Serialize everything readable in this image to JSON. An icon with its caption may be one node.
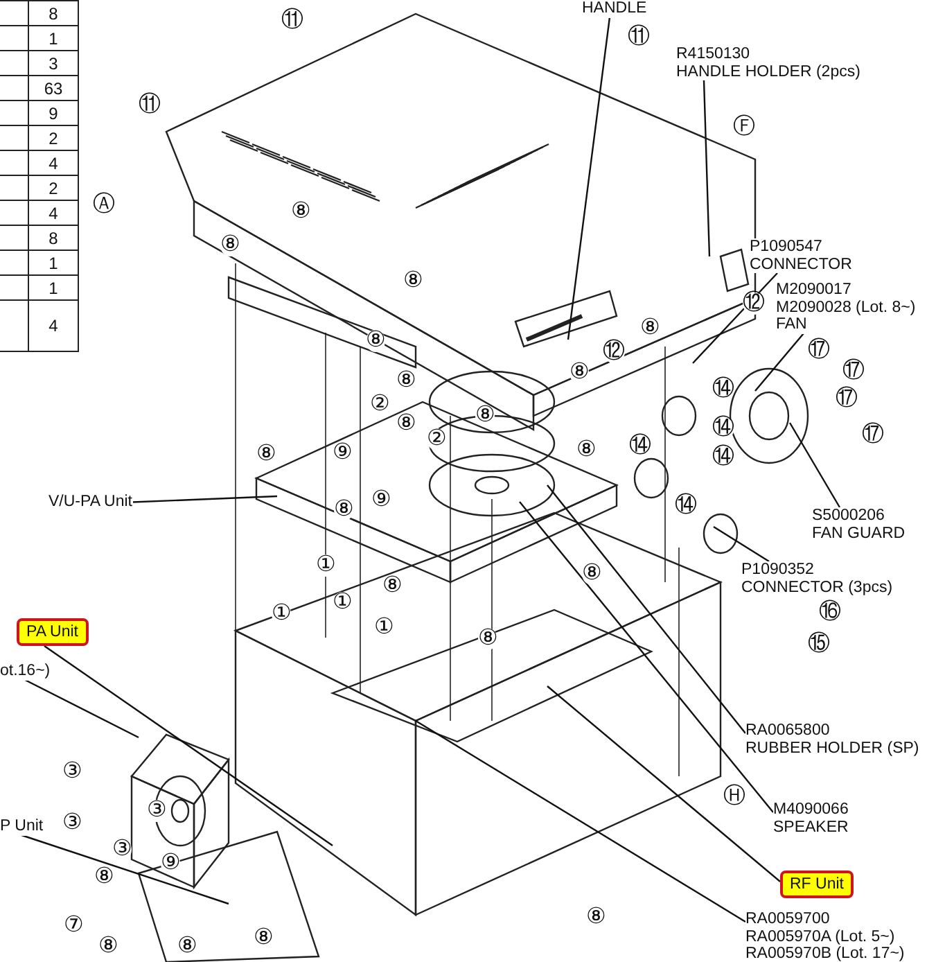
{
  "diagram": {
    "nodes": [
      {
        "text": [
          "HANDLE"
        ]
      },
      {
        "text": [
          "R4150130",
          "HANDLE HOLDER (2pcs)"
        ]
      },
      {
        "text": [
          "P1090547",
          "CONNECTOR"
        ]
      },
      {
        "text": [
          "M2090017",
          "M2090028 (Lot. 8~)",
          "FAN"
        ]
      },
      {
        "text": [
          "S5000206",
          "FAN GUARD"
        ]
      },
      {
        "text": [
          "P1090352",
          "CONNECTOR (3pcs)"
        ]
      },
      {
        "text": [
          "V/U-PA Unit"
        ]
      },
      {
        "text": [
          "PA Unit"
        ]
      },
      {
        "text": [
          "ot.16~)"
        ]
      },
      {
        "text": [
          "RA0065800",
          "RUBBER HOLDER (SP)"
        ]
      },
      {
        "text": [
          "M4090066",
          "SPEAKER"
        ]
      },
      {
        "text": [
          "P Unit"
        ]
      },
      {
        "text": [
          "RF Unit"
        ]
      },
      {
        "text": [
          "RA0059700",
          "RA005970A (Lot. 5~)",
          "RA005970B (Lot. 17~)"
        ]
      }
    ],
    "edges": [
      {
        "from": 0,
        "to": null,
        "arrow": "none"
      },
      {
        "from": 1,
        "to": null,
        "arrow": "none"
      },
      {
        "from": 2,
        "to": null,
        "arrow": "none"
      },
      {
        "from": 3,
        "to": null,
        "arrow": "none"
      },
      {
        "from": 4,
        "to": null,
        "arrow": "none"
      },
      {
        "from": 5,
        "to": null,
        "arrow": "none"
      },
      {
        "from": 6,
        "to": null,
        "arrow": "none"
      },
      {
        "from": 7,
        "to": null,
        "arrow": "none"
      },
      {
        "from": 8,
        "to": null,
        "arrow": "none"
      },
      {
        "from": 9,
        "to": null,
        "arrow": "none"
      },
      {
        "from": 10,
        "to": null,
        "arrow": "none"
      },
      {
        "from": 11,
        "to": null,
        "arrow": "none"
      },
      {
        "from": 12,
        "to": null,
        "arrow": "none"
      },
      {
        "from": 13,
        "to": null,
        "arrow": "none"
      }
    ],
    "labels": [
      "8",
      "1",
      "3",
      "63",
      "9",
      "2",
      "4",
      "2",
      "4",
      "8",
      "1",
      "1",
      "4",
      "⑪",
      "⑪",
      "⑪",
      "Ⓐ",
      "Ⓕ",
      "⑧",
      "⑧",
      "⑧",
      "⑫",
      "⑧",
      "⑧",
      "⑫",
      "⑰",
      "⑰",
      "⑧",
      "⑭",
      "⑧",
      "⑰",
      "②",
      "⑧",
      "⑧",
      "⑭",
      "⑰",
      "②",
      "⑭",
      "⑧",
      "⑨",
      "⑧",
      "⑭",
      "⑨",
      "⑭",
      "⑧",
      "①",
      "⑧",
      "⑧",
      "①",
      "⑯",
      "①",
      "①",
      "⑧",
      "⑮",
      "③",
      "Ⓗ",
      "③",
      "③",
      "③",
      "⑨",
      "⑧",
      "⑧",
      "⑦",
      "⑧",
      "⑧",
      "⑧"
    ]
  }
}
